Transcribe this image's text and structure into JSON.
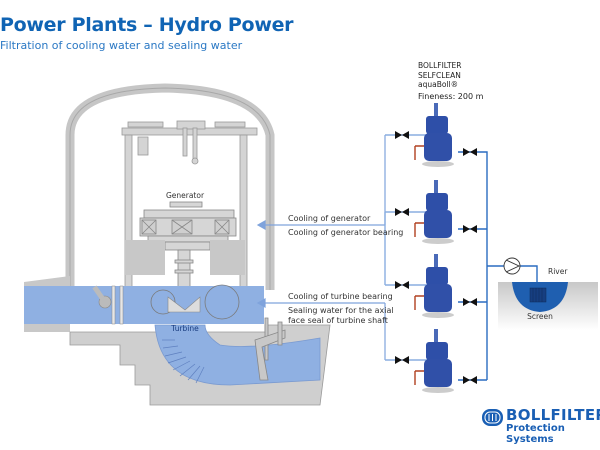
{
  "header": {
    "title": "Power Plants – Hydro Power",
    "subtitle": "Filtration of cooling water and sealing water"
  },
  "plant": {
    "generator_label": "Generator",
    "turbine_label": "Turbine"
  },
  "filter": {
    "line1": "BOLLFILTER",
    "line2": "SELFCLEAN",
    "line3": "aquaBoll®",
    "fineness": "Fineness: 200 m",
    "count": 4
  },
  "annotations": {
    "cooling_generator": "Cooling of generator",
    "cooling_generator_bearing": "Cooling of generator bearing",
    "cooling_turbine_bearing": "Cooling of turbine bearing",
    "sealing_line1": "Sealing water for the axial",
    "sealing_line2": "face seal of turbine shaft"
  },
  "intake": {
    "river_label": "River",
    "screen_label": "Screen"
  },
  "brand": {
    "name": "BOLLFILTER",
    "tagline": "Protection Systems",
    "color": "#1a5fb4"
  },
  "colors": {
    "water": "#8fb0e2",
    "water_dark": "#1f5fb0",
    "structure": "#c8c8c8",
    "pipe_light": "#8aaee0",
    "pipe_dark": "#2a6cc0",
    "pipe_drain": "#b04020"
  }
}
